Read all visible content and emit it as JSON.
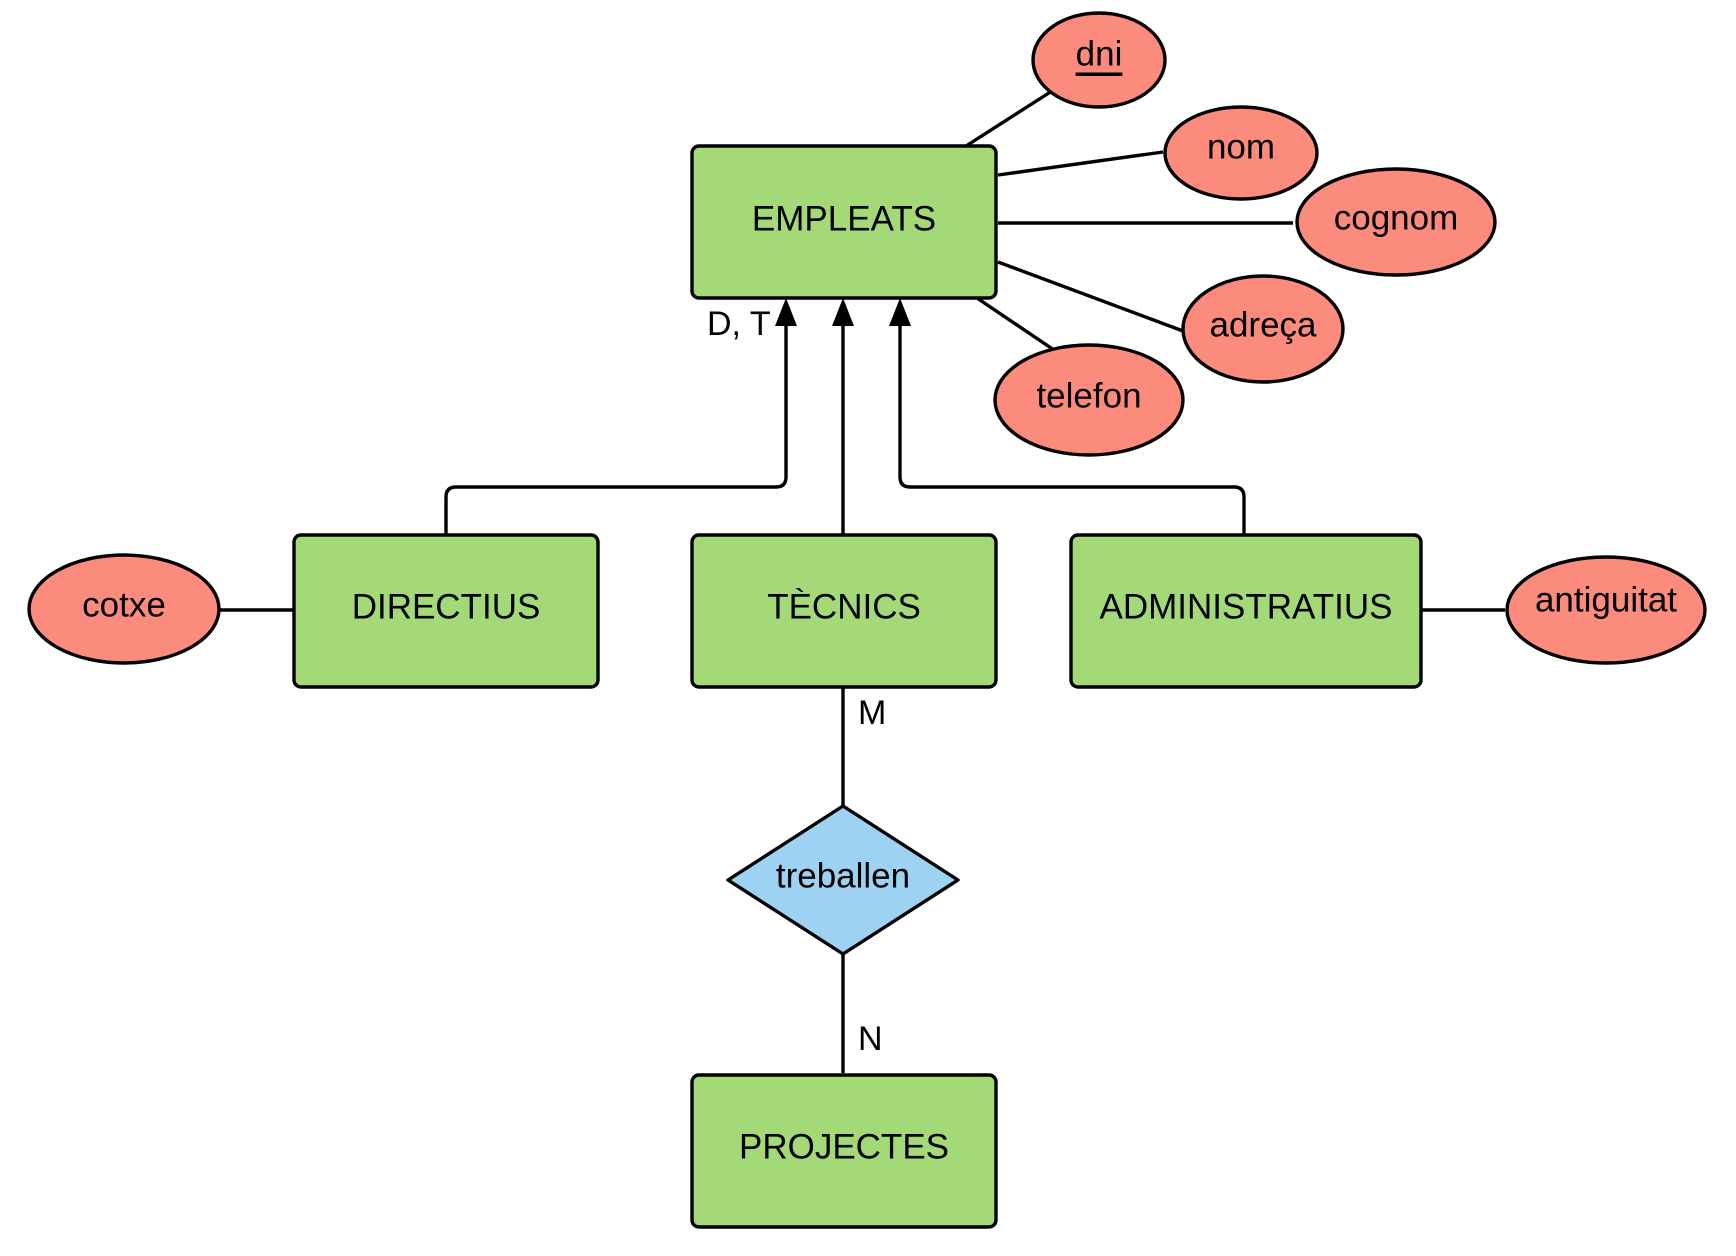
{
  "entities": {
    "empleats": "EMPLEATS",
    "directius": "DIRECTIUS",
    "tecnics": "TÈCNICS",
    "administratius": "ADMINISTRATIUS",
    "projectes": "PROJECTES"
  },
  "attributes": {
    "dni": "dni",
    "nom": "nom",
    "cognom": "cognom",
    "adreca": "adreça",
    "telefon": "telefon",
    "cotxe": "cotxe",
    "antiguitat": "antiguitat"
  },
  "relationships": {
    "treballen": "treballen"
  },
  "cardinalities": {
    "tecnics_side": "M",
    "projectes_side": "N",
    "specialization": "D, T"
  },
  "colors": {
    "entity_fill": "#a3d977",
    "attribute_fill": "#fa8b7d",
    "relationship_fill": "#9dd2f2",
    "stroke": "#000000"
  }
}
